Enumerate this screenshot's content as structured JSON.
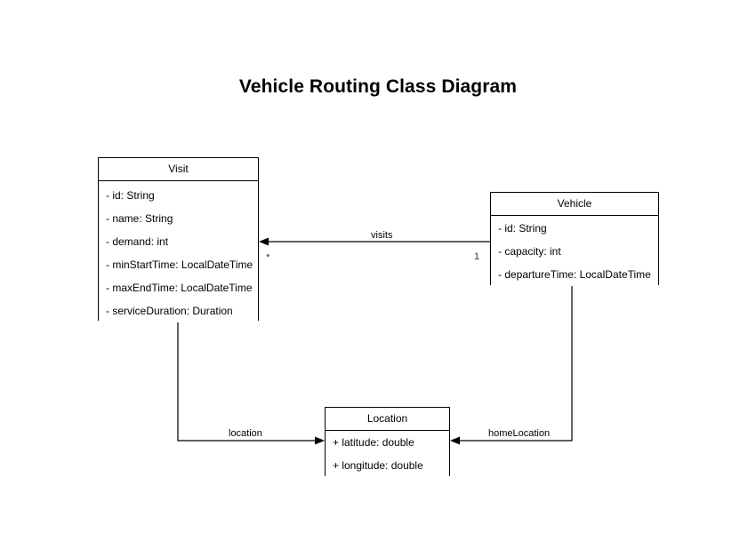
{
  "diagram": {
    "title": "Vehicle Routing Class Diagram",
    "background_color": "#ffffff",
    "line_color": "#000000",
    "text_color": "#000000",
    "classes": [
      {
        "name": "Visit",
        "attributes": [
          "- id: String",
          "- name: String",
          "- demand: int",
          "- minStartTime: LocalDateTime",
          "- maxEndTime: LocalDateTime",
          "- serviceDuration: Duration"
        ]
      },
      {
        "name": "Vehicle",
        "attributes": [
          "- id: String",
          "- capacity: int",
          "- departureTime: LocalDateTime"
        ]
      },
      {
        "name": "Location",
        "attributes": [
          "+ latitude: double",
          "+ longitude: double"
        ]
      }
    ],
    "relationships": [
      {
        "label": "visits",
        "from": "Vehicle",
        "to": "Visit",
        "from_multiplicity": "1",
        "to_multiplicity": "*",
        "arrow": "open-arrow-left"
      },
      {
        "label": "location",
        "from": "Visit",
        "to": "Location",
        "from_multiplicity": "",
        "to_multiplicity": "",
        "arrow": "open-arrow-right"
      },
      {
        "label": "homeLocation",
        "from": "Vehicle",
        "to": "Location",
        "from_multiplicity": "",
        "to_multiplicity": "",
        "arrow": "open-arrow-left"
      }
    ]
  }
}
